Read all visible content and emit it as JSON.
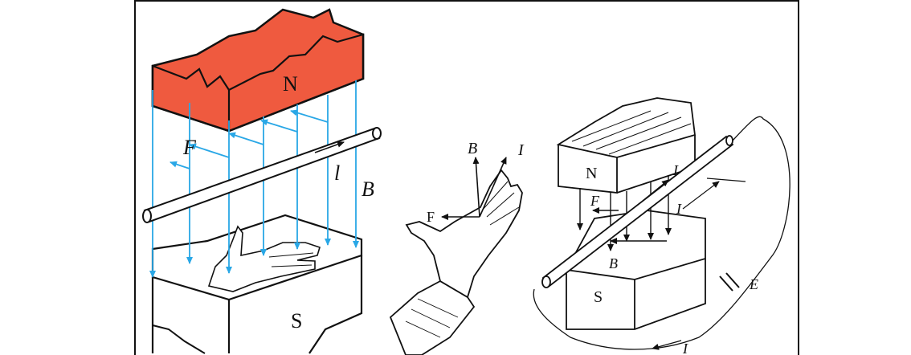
{
  "left_figure": {
    "north_label": "N",
    "south_label": "S",
    "force_label": "F",
    "length_label": "l",
    "field_label": "B",
    "magnet_color": "#ef5a3f",
    "field_line_color": "#29a7e6"
  },
  "middle_figure": {
    "field_label": "B",
    "current_label": "I",
    "force_label": "F"
  },
  "right_figure": {
    "north_label": "N",
    "south_label": "S",
    "force_label": "F",
    "field_label": "B",
    "current_label_top": "I",
    "current_label_side": "I",
    "current_label_bottom": "I",
    "emf_label": "E"
  }
}
